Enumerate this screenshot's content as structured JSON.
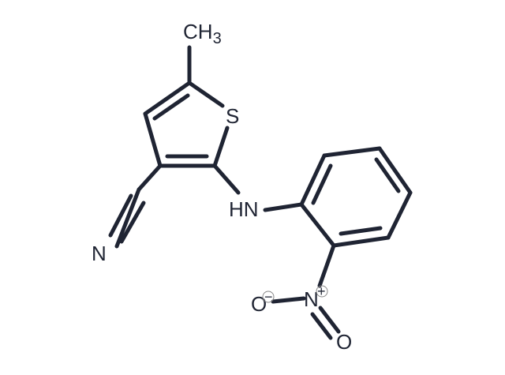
{
  "molecule": {
    "atoms": {
      "methyl": {
        "main": "CH",
        "sub": "3"
      },
      "sulfur": "S",
      "amine": "HN",
      "nitrile_n": "N",
      "nitro_n": {
        "symbol": "N",
        "charge": "+"
      },
      "nitro_o_minus": {
        "symbol": "O",
        "charge": "−"
      },
      "nitro_o": "O"
    },
    "colors": {
      "ink": "#1f2433",
      "background": "#ffffff"
    }
  }
}
